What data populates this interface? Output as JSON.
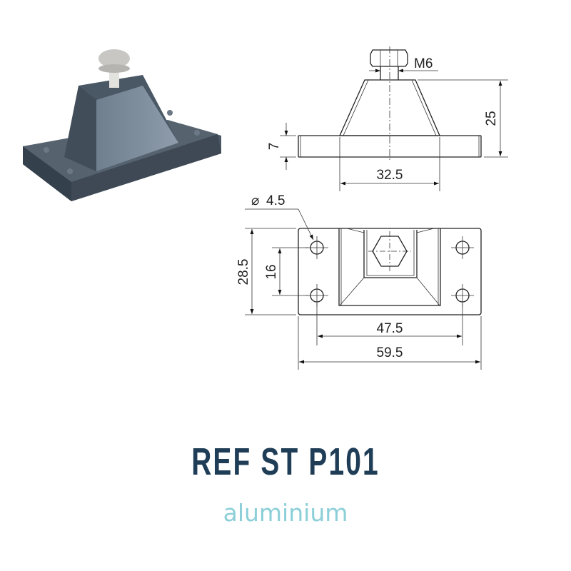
{
  "product": {
    "reference": "REF ST P101",
    "material": "aluminium"
  },
  "colors": {
    "reference": "#1f3d56",
    "material": "#8ccfd8",
    "line": "#222222"
  },
  "side_view": {
    "thread": "M6",
    "height": "25",
    "base_thickness": "7",
    "pyramid_base_width": "32.5"
  },
  "top_view": {
    "hole_diameter": "4.5",
    "hole_diameter_symbol": "⌀",
    "width": "28.5",
    "hole_spacing_y": "16",
    "hole_spacing_x": "47.5",
    "length": "59.5"
  }
}
